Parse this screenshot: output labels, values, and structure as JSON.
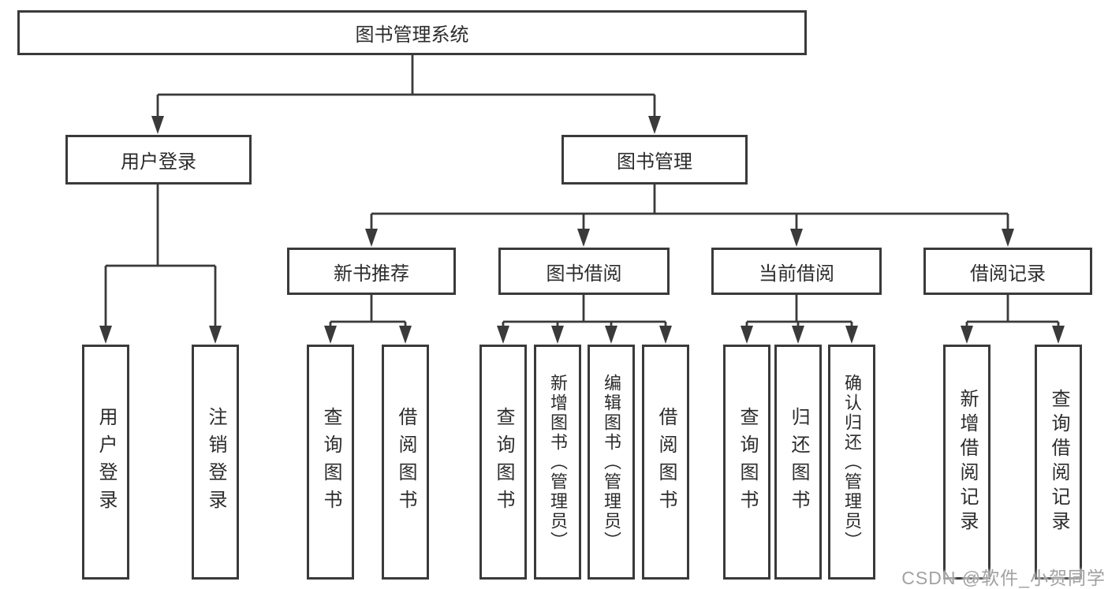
{
  "tree": {
    "root": {
      "label": "图书管理系统",
      "children": [
        {
          "label": "用户登录",
          "children": [
            {
              "label": "用户登录"
            },
            {
              "label": "注销登录"
            }
          ]
        },
        {
          "label": "图书管理",
          "children": [
            {
              "label": "新书推荐",
              "children": [
                {
                  "label": "查询图书"
                },
                {
                  "label": "借阅图书"
                }
              ]
            },
            {
              "label": "图书借阅",
              "children": [
                {
                  "label": "查询图书"
                },
                {
                  "label": "新增图书（管理员）"
                },
                {
                  "label": "编辑图书（管理员）"
                },
                {
                  "label": "借阅图书"
                }
              ]
            },
            {
              "label": "当前借阅",
              "children": [
                {
                  "label": "查询图书"
                },
                {
                  "label": "归还图书"
                },
                {
                  "label": "确认归还（管理员）"
                }
              ]
            },
            {
              "label": "借阅记录",
              "children": [
                {
                  "label": "新增借阅记录"
                },
                {
                  "label": "查询借阅记录"
                }
              ]
            }
          ]
        }
      ]
    }
  },
  "watermark": {
    "text": "CSDN @软件_小贺同学"
  },
  "colors": {
    "line": "#3a3a3a",
    "text": "#2c2c2c",
    "watermark": "#a2a2a2",
    "background": "#ffffff"
  }
}
